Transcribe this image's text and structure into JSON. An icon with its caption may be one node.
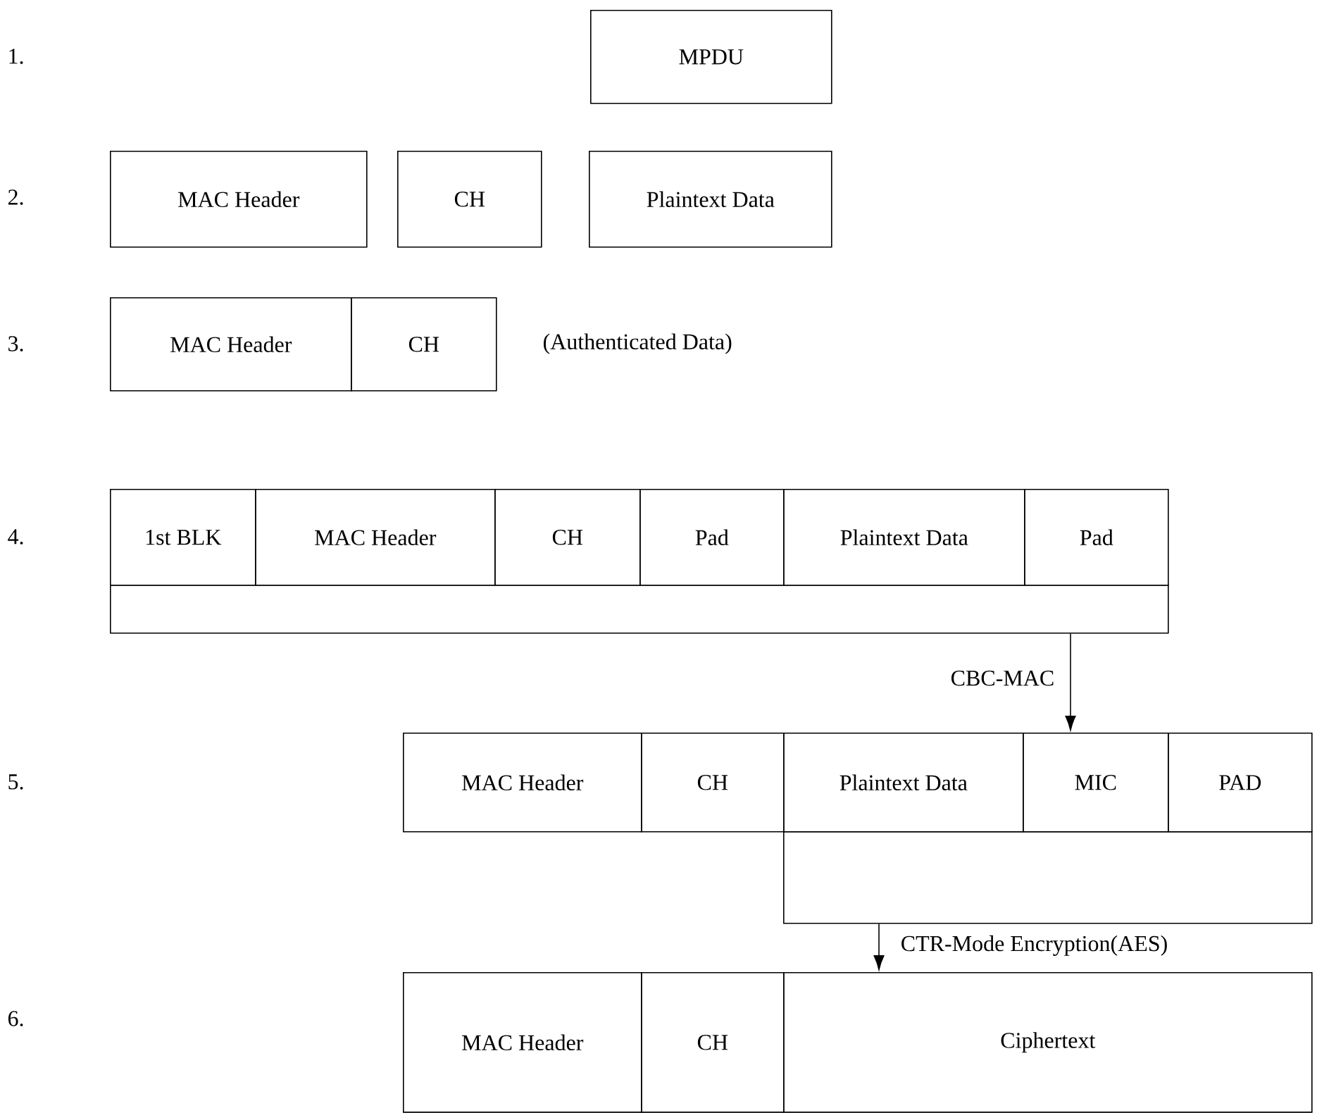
{
  "diagram": {
    "nodes": [
      {
        "text": [
          "MPDU"
        ]
      },
      {
        "text": [
          "MAC Header"
        ]
      },
      {
        "text": [
          "CH"
        ]
      },
      {
        "text": [
          "Plaintext Data"
        ]
      },
      {
        "text": [
          "MAC Header"
        ]
      },
      {
        "text": [
          "CH"
        ]
      },
      {
        "text": [
          "1st BLK"
        ]
      },
      {
        "text": [
          "MAC Header"
        ]
      },
      {
        "text": [
          "CH"
        ]
      },
      {
        "text": [
          "Pad"
        ]
      },
      {
        "text": [
          "Plaintext Data"
        ]
      },
      {
        "text": [
          "Pad"
        ]
      },
      {
        "text": [],
        "shape": "bar"
      },
      {
        "text": [
          "MAC Header"
        ]
      },
      {
        "text": [
          "CH"
        ]
      },
      {
        "text": [
          "Plaintext Data"
        ]
      },
      {
        "text": [
          "MIC"
        ]
      },
      {
        "text": [
          "PAD"
        ]
      },
      {
        "text": [],
        "shape": "bar"
      },
      {
        "text": [
          "MAC Header"
        ]
      },
      {
        "text": [
          "CH"
        ]
      },
      {
        "text": [
          "Ciphertext"
        ]
      }
    ],
    "edges": [
      {
        "from": 12,
        "to": 16,
        "arrow": "to",
        "label": "CBC-MAC"
      },
      {
        "from": 18,
        "to": 21,
        "arrow": "to",
        "label": "CTR-Mode Encryption(AES)"
      }
    ],
    "labels": [
      "1.",
      "2.",
      "3.",
      "(Authenticated Data)",
      "4.",
      "5.",
      "6."
    ]
  }
}
